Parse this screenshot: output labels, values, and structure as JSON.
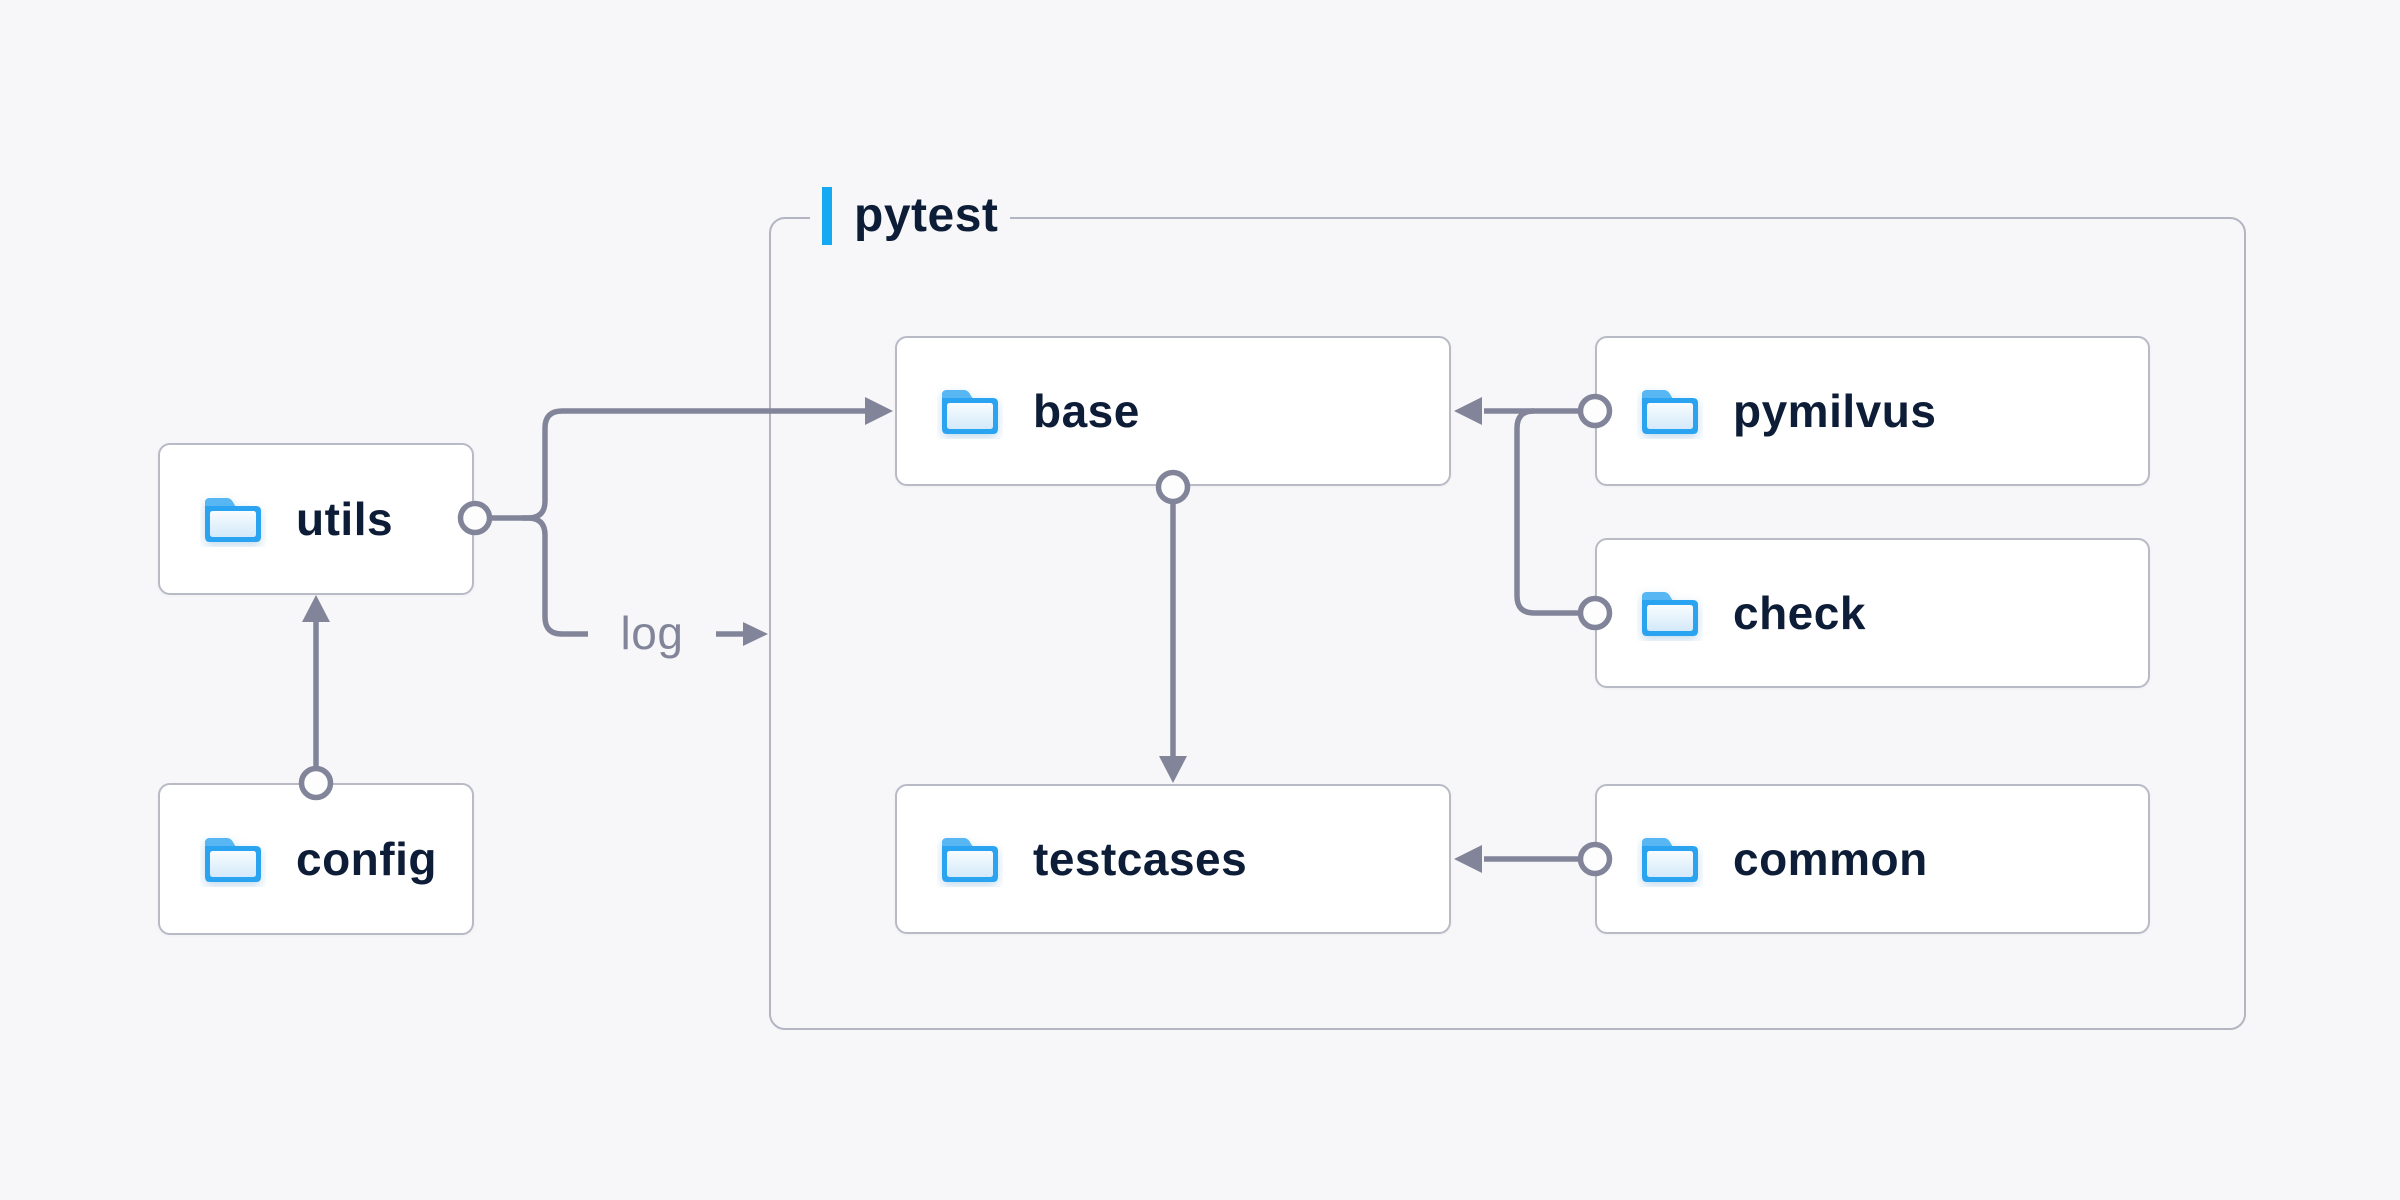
{
  "container": {
    "label": "pytest",
    "accent_color": "#14a9f1"
  },
  "nodes": {
    "utils": {
      "label": "utils",
      "icon": "folder-icon"
    },
    "config": {
      "label": "config",
      "icon": "folder-icon"
    },
    "base": {
      "label": "base",
      "icon": "folder-icon"
    },
    "pymilvus": {
      "label": "pymilvus",
      "icon": "folder-icon"
    },
    "check": {
      "label": "check",
      "icon": "folder-icon"
    },
    "testcases": {
      "label": "testcases",
      "icon": "folder-icon"
    },
    "common": {
      "label": "common",
      "icon": "folder-icon"
    }
  },
  "edges": [
    {
      "from": "config",
      "to": "utils"
    },
    {
      "from": "utils",
      "to": "base"
    },
    {
      "from": "utils",
      "to": "pytest",
      "label": "log"
    },
    {
      "from": "pymilvus",
      "to": "base"
    },
    {
      "from": "check",
      "to": "base"
    },
    {
      "from": "base",
      "to": "testcases"
    },
    {
      "from": "common",
      "to": "testcases"
    }
  ],
  "colors": {
    "background": "#f7f7f9",
    "connector": "#82859a",
    "node_fill": "#ffffff",
    "node_border": "#b8bac6",
    "container_border": "#b3b5c2",
    "node_text": "#0e1d37",
    "edge_label_text": "#82859a",
    "folder_blue": "#2aa3f0",
    "accent_bar": "#14a9f1"
  }
}
